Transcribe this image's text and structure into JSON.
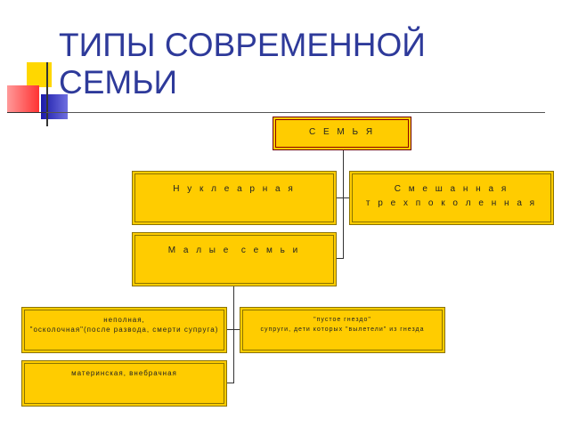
{
  "title": {
    "line1": "ТИПЫ СОВРЕМЕННОЙ",
    "line2": "СЕМЬИ"
  },
  "colors": {
    "title": "#2E3A9A",
    "box_fill": "#FFCC00",
    "root_border": "#8B0000"
  },
  "nodes": {
    "root": "С Е М Ь Я",
    "nuclear": "Н у к л е а р н а я",
    "mixed_line1": "С м е ш а н н а я",
    "mixed_line2": "т р е х п о к о л е н н а я",
    "small": "М а л ы е  с е м ь и",
    "incomplete_line1": "неполная,",
    "incomplete_line2": "\"осколочная\"(после развода, смерти супруга)",
    "empty_nest_line1": "\"пустое гнездо\"",
    "empty_nest_line2": "супруги, дети которых \"вылетели\" из гнезда",
    "maternal": "материнская, внебрачная"
  }
}
